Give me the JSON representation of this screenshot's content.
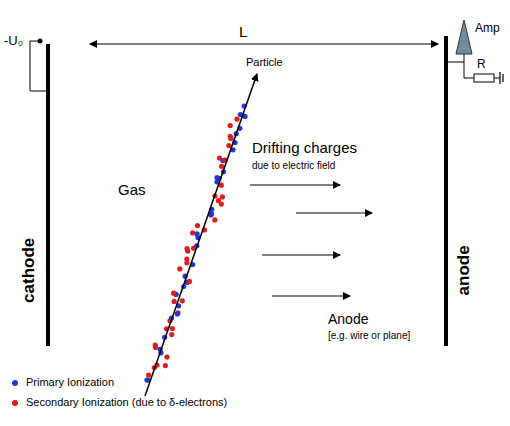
{
  "diagram": {
    "labels": [
      "L",
      "-U₀",
      "Amp",
      "R",
      "Particle",
      "Gas",
      "Drifting charges",
      "due to electric field",
      "Anode",
      "[e.g. wire or plane]",
      "cathode",
      "anode"
    ],
    "legend": [
      {
        "text": "Primary Ionization",
        "color": "#2236d8"
      },
      {
        "text": "Secondary Ionization (due to δ-electrons)",
        "color": "#e01b1b"
      }
    ]
  }
}
